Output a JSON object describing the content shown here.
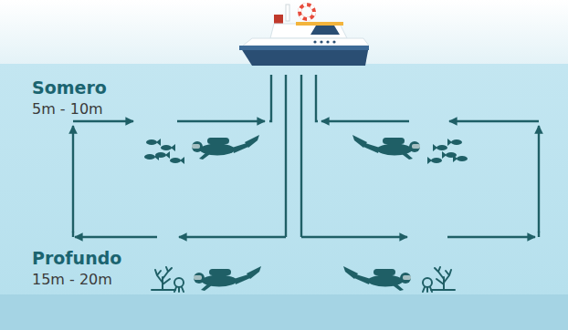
{
  "diagram": {
    "labels": [
      "Somero",
      "5m - 10m",
      "Profundo",
      "15m - 20m"
    ]
  }
}
